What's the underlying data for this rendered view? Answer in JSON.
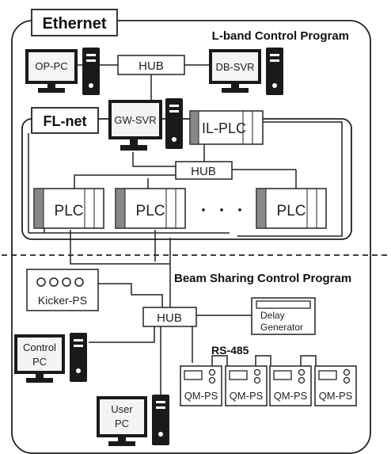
{
  "title_ethernet": "Ethernet",
  "title_flnet": "FL-net",
  "lband_title": "L-band Control Program",
  "beam_title": "Beam Sharing Control Program",
  "rs485": "RS-485",
  "dots": "・ ・ ・",
  "hub": "HUB",
  "pc": {
    "op_pc": "OP-PC",
    "db_svr": "DB-SVR",
    "gw_svr": "GW-SVR",
    "control_pc": [
      "Control",
      "PC"
    ],
    "user_pc": [
      "User",
      "PC"
    ]
  },
  "il_plc": "IL-PLC",
  "plc": "PLC",
  "kicker": "Kicker-PS",
  "delay": [
    "Delay",
    "Generator"
  ],
  "qm": [
    "QM-PS",
    "QM-PS",
    "QM-PS",
    "QM-PS"
  ],
  "colors": {
    "line": "#222222",
    "screen": "#f4f4f4",
    "gray": "#888888",
    "dark": "#1a1a1a"
  }
}
